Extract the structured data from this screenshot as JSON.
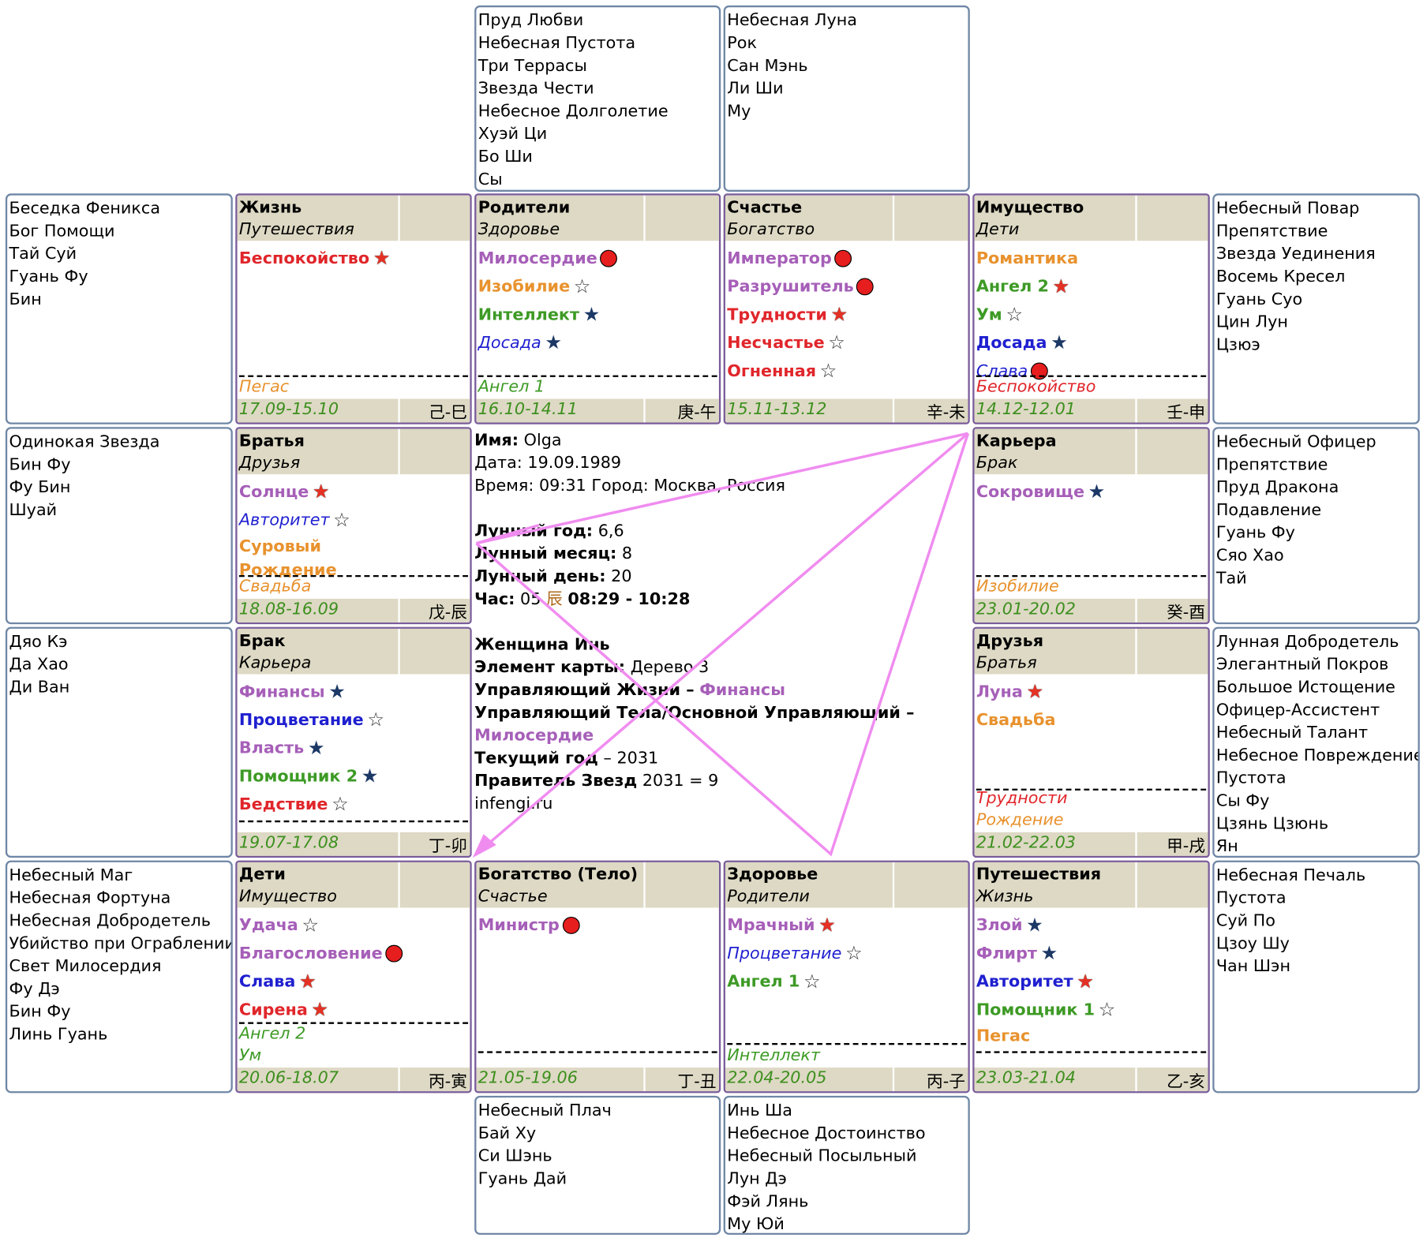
{
  "side_boxes": {
    "top_left": [
      "Пруд Любви",
      "Небесная Пустота",
      "Три Террасы",
      "Звезда Чести",
      "Небесное Долголетие",
      "Хуэй Ци",
      "Бо Ши",
      "Сы"
    ],
    "top_right": [
      "Небесная Луна",
      "Рок",
      "Сан Мэнь",
      "Ли Ши",
      "Му"
    ],
    "left_1": [
      "Беседка Феникса",
      "Бог Помощи",
      "Тай Суй",
      "Гуань Фу",
      "Бин"
    ],
    "left_2": [
      "Одинокая Звезда",
      "Бин Фу",
      "Фу Бин",
      "Шуай"
    ],
    "left_3": [
      "Дяо Кэ",
      "Да Хао",
      "Ди Ван"
    ],
    "left_4": [
      "Небесный Маг",
      "Небесная Фортуна",
      "Небесная Добродетель",
      "Убийство при Ограблении",
      "Свет Милосердия",
      "Фу Дэ",
      "Бин Фу",
      "Линь Гуань"
    ],
    "right_1": [
      "Небесный Повар",
      "Препятствие",
      "Звезда Уединения",
      "Восемь Кресел",
      "Гуань Суо",
      "Цин Лун",
      "Цзюэ"
    ],
    "right_2": [
      "Небесный Офицер",
      "Препятствие",
      "Пруд Дракона",
      "Подавление",
      "Гуань Фу",
      "Сяо Хао",
      "Тай"
    ],
    "right_3": [
      "Лунная Добродетель",
      "Элегантный Покров",
      "Большое Истощение",
      "Офицер-Ассистент",
      "Небесный Талант",
      "Небесное Повреждение",
      "Пустота",
      "Сы Фу",
      "Цзянь Цзюнь",
      "Ян"
    ],
    "right_4": [
      "Небесная Печаль",
      "Пустота",
      "Суй По",
      "Цзоу Шу",
      "Чан Шэн"
    ],
    "bottom_left": [
      "Небесный Плач",
      "Бай Ху",
      "Си Шэнь",
      "Гуань Дай"
    ],
    "bottom_right": [
      "Инь Ша",
      "Небесное Достоинство",
      "Небесный Посыльный",
      "Лун Дэ",
      "Фэй Лянь",
      "Му Юй"
    ]
  },
  "palaces": {
    "life": {
      "name": "Жизнь",
      "sub": "Путешествия",
      "stars": [
        {
          "text": "Беспокойство",
          "color": "red",
          "marker": "red"
        }
      ],
      "notes": [
        {
          "text": "Пегас",
          "color": "orange"
        }
      ],
      "date": "17.09-15.10",
      "gz": "己-巳"
    },
    "parents": {
      "name": "Родители",
      "sub": "Здоровье",
      "stars": [
        {
          "text": "Милосердие",
          "color": "purple",
          "marker": "dot"
        },
        {
          "text": "Изобилие",
          "color": "orange",
          "marker": "hollow"
        },
        {
          "text": "Интеллект",
          "color": "green",
          "marker": "navy"
        },
        {
          "text": "Досада",
          "color": "blue",
          "marker": "navy",
          "italic": true
        }
      ],
      "notes": [
        {
          "text": "Ангел 1",
          "color": "green"
        }
      ],
      "date": "16.10-14.11",
      "gz": "庚-午"
    },
    "happiness": {
      "name": "Счастье",
      "sub": "Богатство",
      "stars": [
        {
          "text": "Император",
          "color": "purple",
          "marker": "dot"
        },
        {
          "text": "Разрушитель",
          "color": "purple",
          "marker": "dot"
        },
        {
          "text": "Трудности",
          "color": "red",
          "marker": "red"
        },
        {
          "text": "Несчастье",
          "color": "red",
          "marker": "hollow"
        },
        {
          "text": "Огненная",
          "color": "red",
          "marker": "hollow"
        }
      ],
      "notes": [],
      "date": "15.11-13.12",
      "gz": "辛-未"
    },
    "property": {
      "name": "Имущество",
      "sub": "Дети",
      "stars": [
        {
          "text": "Романтика",
          "color": "orange",
          "marker": ""
        },
        {
          "text": "Ангел 2",
          "color": "green",
          "marker": "red"
        },
        {
          "text": "Ум",
          "color": "green",
          "marker": "hollow"
        },
        {
          "text": "Досада",
          "color": "blue",
          "marker": "navy"
        },
        {
          "text": "Слава",
          "color": "blue",
          "marker": "dot",
          "italic": true
        }
      ],
      "notes": [
        {
          "text": "Беспокойство",
          "color": "red"
        }
      ],
      "date": "14.12-12.01",
      "gz": "壬-申"
    },
    "brothers": {
      "name": "Братья",
      "sub": "Друзья",
      "stars": [
        {
          "text": "Солнце",
          "color": "purple",
          "marker": "red"
        },
        {
          "text": "Авторитет",
          "color": "blue",
          "marker": "hollow",
          "italic": true
        },
        {
          "text": "Суровый",
          "color": "orange",
          "marker": "",
          "small": true
        },
        {
          "text": "Рождение",
          "color": "orange",
          "marker": "",
          "small": true
        }
      ],
      "notes": [
        {
          "text": "Свадьба",
          "color": "orange"
        }
      ],
      "date": "18.08-16.09",
      "gz": "戊-辰"
    },
    "career": {
      "name": "Карьера",
      "sub": "Брак",
      "stars": [
        {
          "text": "Сокровище",
          "color": "purple",
          "marker": "navy"
        }
      ],
      "notes": [
        {
          "text": "Изобилие",
          "color": "orange"
        }
      ],
      "date": "23.01-20.02",
      "gz": "癸-酉"
    },
    "marriage": {
      "name": "Брак",
      "sub": "Карьера",
      "stars": [
        {
          "text": "Финансы",
          "color": "purple",
          "marker": "navy"
        },
        {
          "text": "Процветание",
          "color": "blue",
          "marker": "hollow"
        },
        {
          "text": "Власть",
          "color": "purple",
          "marker": "navy"
        },
        {
          "text": "Помощник 2",
          "color": "green",
          "marker": "navy"
        },
        {
          "text": "Бедствие",
          "color": "red",
          "marker": "hollow"
        }
      ],
      "notes": [],
      "date": "19.07-17.08",
      "gz": "丁-卯"
    },
    "friends": {
      "name": "Друзья",
      "sub": "Братья",
      "stars": [
        {
          "text": "Луна",
          "color": "purple",
          "marker": "red"
        },
        {
          "text": "Свадьба",
          "color": "orange",
          "marker": ""
        }
      ],
      "notes": [
        {
          "text": "Трудности",
          "color": "red"
        },
        {
          "text": "Рождение",
          "color": "orange"
        }
      ],
      "date": "21.02-22.03",
      "gz": "甲-戌"
    },
    "children": {
      "name": "Дети",
      "sub": "Имущество",
      "stars": [
        {
          "text": "Удача",
          "color": "purple",
          "marker": "hollow"
        },
        {
          "text": "Благословение",
          "color": "purple",
          "marker": "dot"
        },
        {
          "text": "Слава",
          "color": "blue",
          "marker": "red"
        },
        {
          "text": "Сирена",
          "color": "red",
          "marker": "red"
        }
      ],
      "notes": [
        {
          "text": "Ангел 2",
          "color": "green"
        },
        {
          "text": "Ум",
          "color": "green"
        }
      ],
      "date": "20.06-18.07",
      "gz": "丙-寅"
    },
    "wealth": {
      "name": "Богатство (Тело)",
      "sub": "Счастье",
      "stars": [
        {
          "text": "Министр",
          "color": "purple",
          "marker": "dot"
        }
      ],
      "notes": [],
      "date": "21.05-19.06",
      "gz": "丁-丑"
    },
    "health": {
      "name": "Здоровье",
      "sub": "Родители",
      "stars": [
        {
          "text": "Мрачный",
          "color": "purple",
          "marker": "red"
        },
        {
          "text": "Процветание",
          "color": "blue",
          "marker": "hollow",
          "italic": true
        },
        {
          "text": "Ангел 1",
          "color": "green",
          "marker": "hollow"
        }
      ],
      "notes": [
        {
          "text": "Интеллект",
          "color": "green"
        }
      ],
      "date": "22.04-20.05",
      "gz": "丙-子"
    },
    "travel": {
      "name": "Путешествия",
      "sub": "Жизнь",
      "stars": [
        {
          "text": "Злой",
          "color": "purple",
          "marker": "navy"
        },
        {
          "text": "Флирт",
          "color": "purple",
          "marker": "navy"
        },
        {
          "text": "Авторитет",
          "color": "blue",
          "marker": "red"
        },
        {
          "text": "Помощник 1",
          "color": "green",
          "marker": "hollow"
        },
        {
          "text": "Пегас",
          "color": "orange",
          "marker": "",
          "small": true
        }
      ],
      "notes": [],
      "date": "23.03-21.04",
      "gz": "乙-亥"
    }
  },
  "info": {
    "name_label": "Имя:",
    "name": "Olga",
    "date_label": "Дата:",
    "date": "19.09.1989",
    "time_label": "Время:",
    "time": "09:31",
    "city_label": "Город:",
    "city": "Москва, Россия",
    "lunar_year_label": "Лунный год:",
    "lunar_year": "6,6",
    "lunar_month_label": "Лунный месяц:",
    "lunar_month": "8",
    "lunar_day_label": "Лунный день:",
    "lunar_day": "20",
    "hour_label": "Час:",
    "hour_num": "05",
    "hour_glyph": "辰",
    "hour_range": "08:29 - 10:28",
    "gender": "Женщина Инь",
    "element_label": "Элемент карты:",
    "element": "Дерево 3",
    "life_ruler_label": "Управляющий Жизни –",
    "life_ruler": "Финансы",
    "body_ruler_label": "Управляющий Тела/Основной Управляющий –",
    "body_ruler": "Милосердие",
    "current_year_label": "Текущий год",
    "current_year": "– 2031",
    "star_ruler_label": "Правитель Звезд",
    "star_ruler": "2031 = 9",
    "site": "infengi.ru"
  },
  "colors": {
    "purple": "#a65fb8",
    "orange": "#e8922e",
    "green": "#3d9a25",
    "blue": "#1f1fd0",
    "red": "#e0262b",
    "header_bg": "#ddd9c4",
    "arrow": "#f08cf0"
  }
}
